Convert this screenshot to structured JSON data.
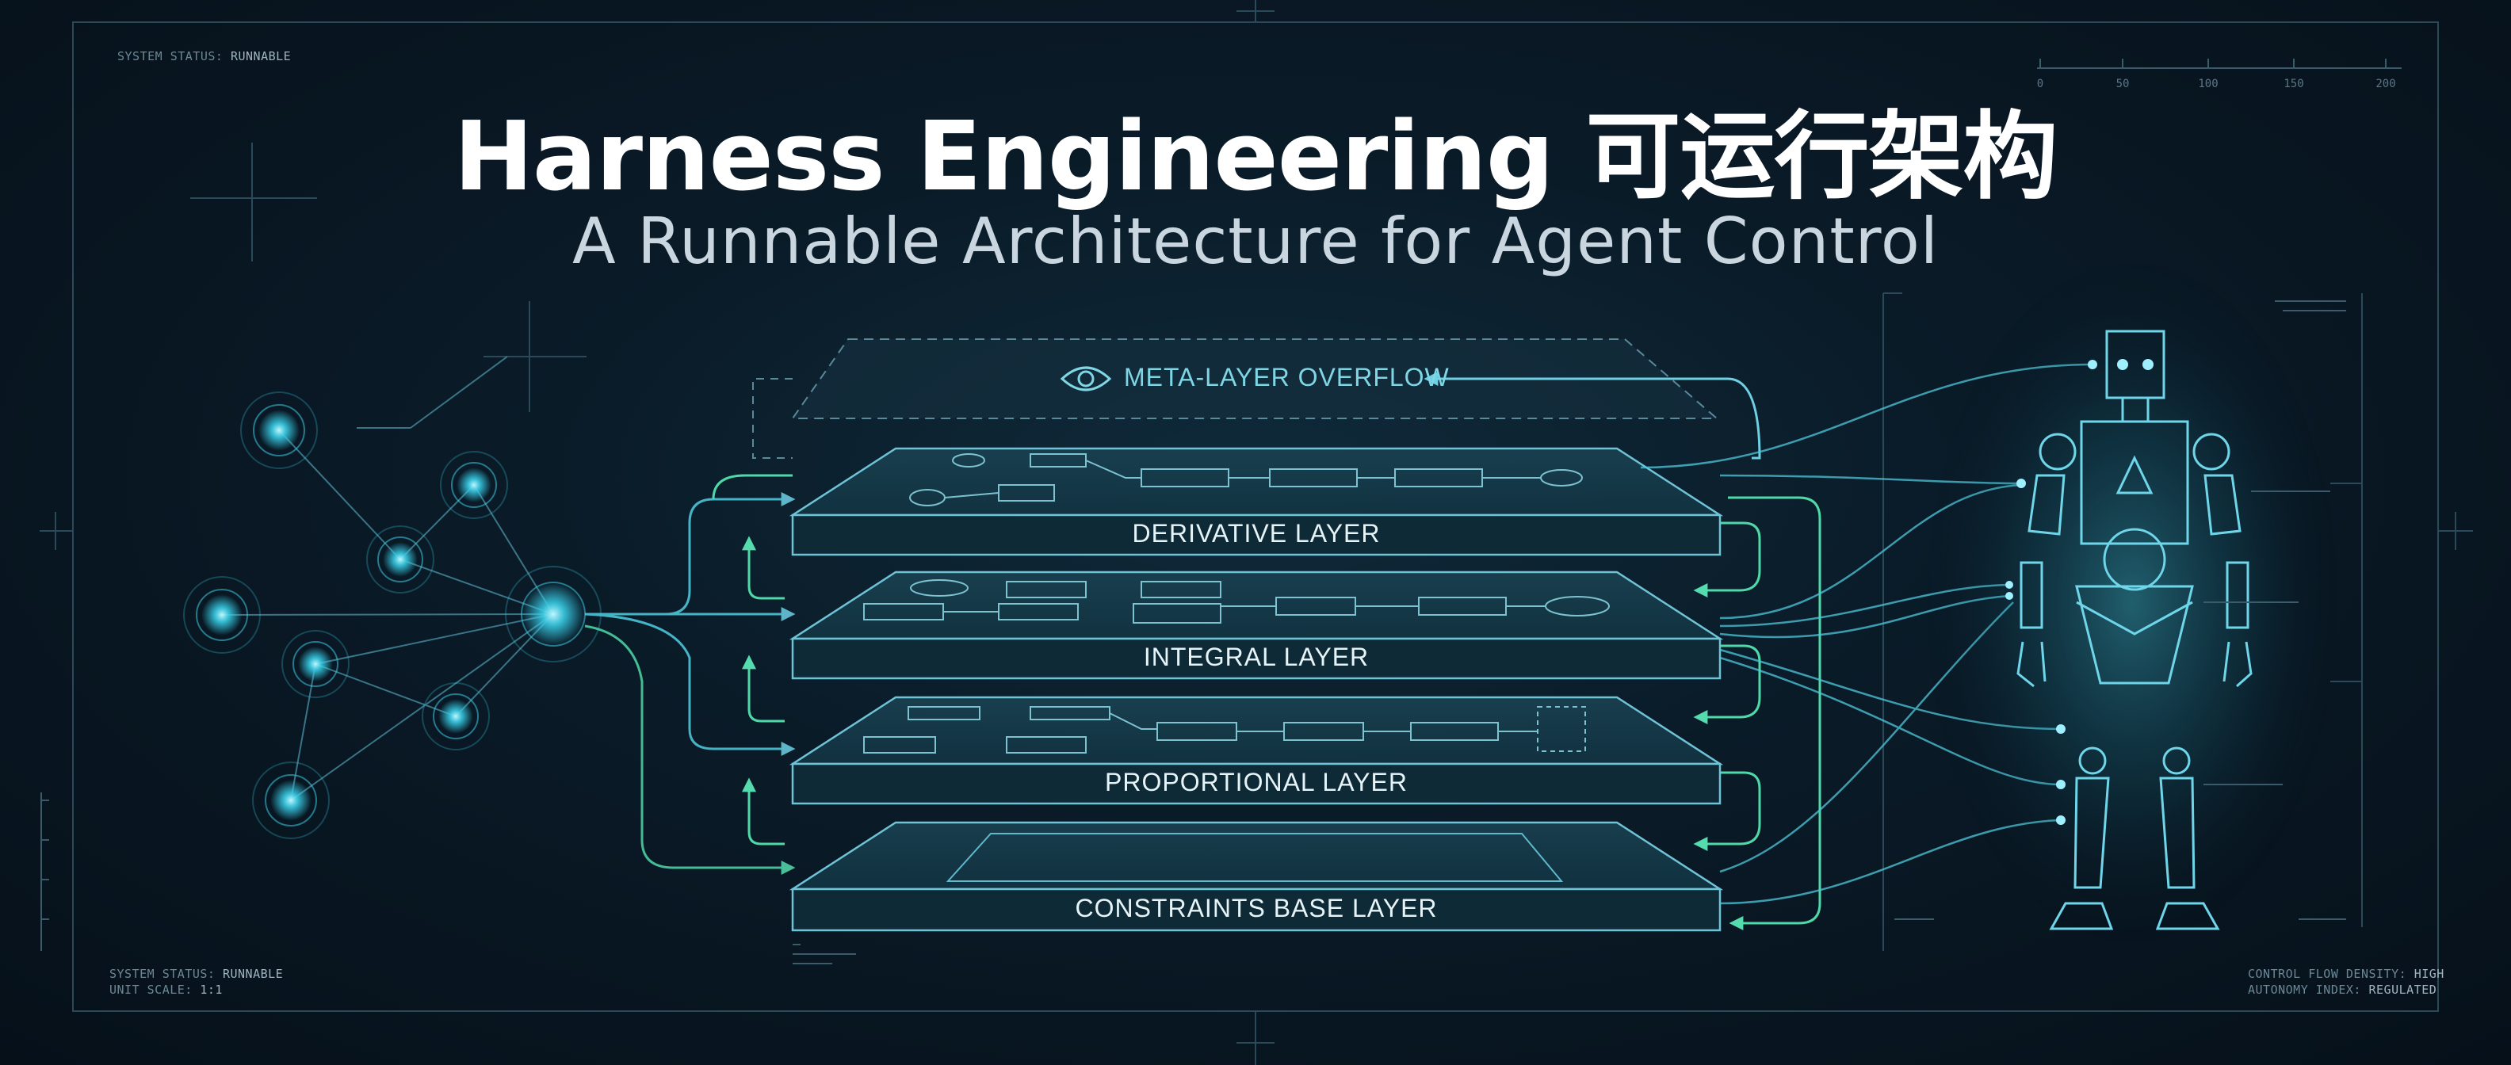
{
  "title": "Harness Engineering 可运行架构",
  "subtitle": "A Runnable Architecture for Agent Control",
  "hud": {
    "top_left": {
      "label": "SYSTEM STATUS:",
      "value": "RUNNABLE"
    },
    "bottom_left_status": {
      "label": "SYSTEM STATUS:",
      "value": "RUNNABLE"
    },
    "bottom_left_scale": {
      "label": "UNIT SCALE:",
      "value": "1:1"
    },
    "bottom_right_density": {
      "label": "CONTROL FLOW DENSITY:",
      "value": "HIGH"
    },
    "bottom_right_autonomy": {
      "label": "AUTONOMY INDEX:",
      "value": "REGULATED"
    },
    "ruler_ticks": [
      "0",
      "50",
      "100",
      "150",
      "200"
    ]
  },
  "meta_layer": {
    "label": "META-LAYER OVERFLOW",
    "icon": "eye-icon"
  },
  "layers": [
    {
      "label": "DERIVATIVE LAYER"
    },
    {
      "label": "INTEGRAL LAYER"
    },
    {
      "label": "PROPORTIONAL LAYER"
    },
    {
      "label": "CONSTRAINTS BASE LAYER"
    }
  ],
  "colors": {
    "background": "#07111c",
    "accent_cyan": "#5fd3e6",
    "accent_green": "#4fd9a8",
    "layer_stroke": "#6fc3d6",
    "text": "#ffffff"
  }
}
